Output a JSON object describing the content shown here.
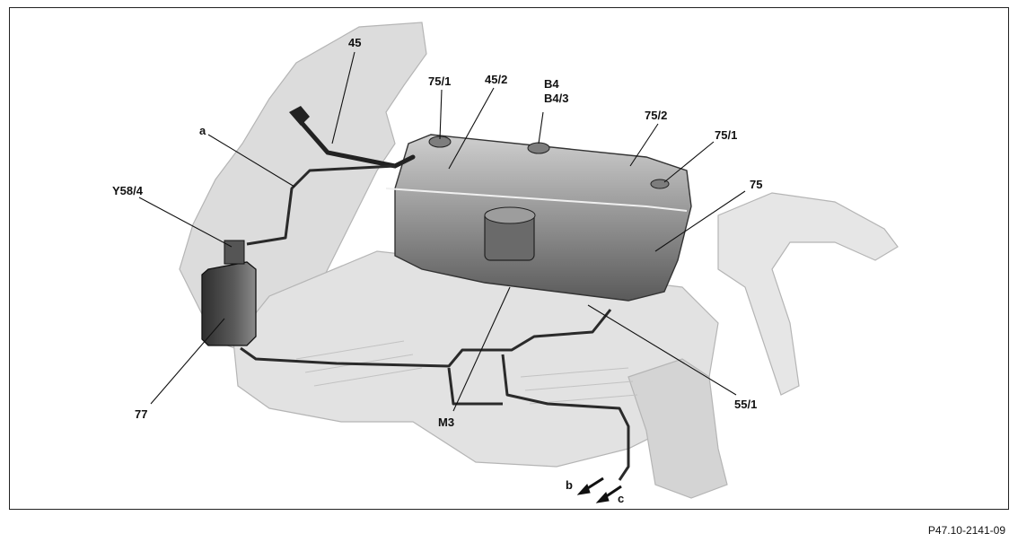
{
  "labels": {
    "l45": "45",
    "l75_1_top": "75/1",
    "l45_2": "45/2",
    "lB4": "B4",
    "lB4_3": "B4/3",
    "l75_2": "75/2",
    "l75_1_right": "75/1",
    "la": "a",
    "lY58_4": "Y58/4",
    "l75": "75",
    "l77": "77",
    "lM3": "M3",
    "l55_1": "55/1",
    "lb": "b",
    "lc": "c"
  },
  "reference": "P47.10-2141-09",
  "colors": {
    "body_light": "#d9d9d9",
    "body_mid": "#bdbdbd",
    "tank": "#8a8a8a",
    "tank_dark": "#4a4a4a",
    "canister": "#3c3c3c",
    "line": "#111111"
  }
}
